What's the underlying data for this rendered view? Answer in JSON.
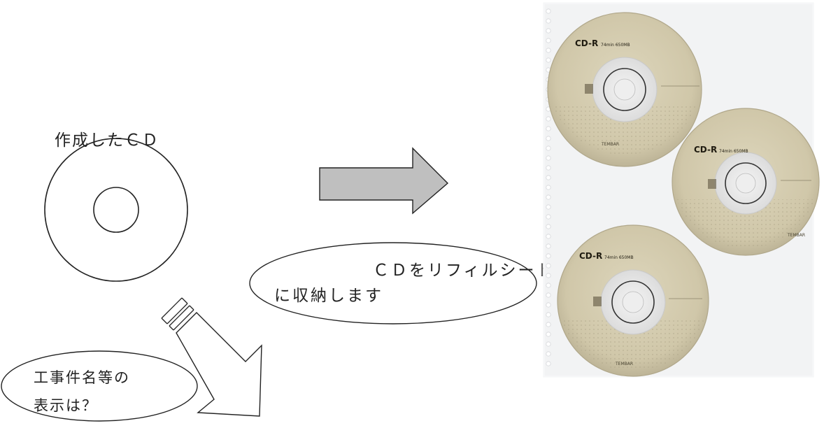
{
  "cd_caption": "作成したＣＤ",
  "storage_callout": {
    "line1": "ＣＤをリフィルシート",
    "line2": "に収納します"
  },
  "question_callout": {
    "line1": "工事件名等の",
    "line2": "表示は？"
  },
  "photo_discs": [
    {
      "title": "CD-R",
      "spec": "74min 650MB",
      "brand": "TEMBAR"
    },
    {
      "title": "CD-R",
      "spec": "74min 650MB",
      "brand": "TEMBAR"
    },
    {
      "title": "CD-R",
      "spec": "74min 650MB",
      "brand": "TEMBAR"
    }
  ],
  "colors": {
    "line": "#222222",
    "arrow_fill": "#bfbfbf",
    "sheet": "#f2f3f4",
    "disc_face": "#d4ccaf",
    "disc_rim": "#bbb196"
  }
}
